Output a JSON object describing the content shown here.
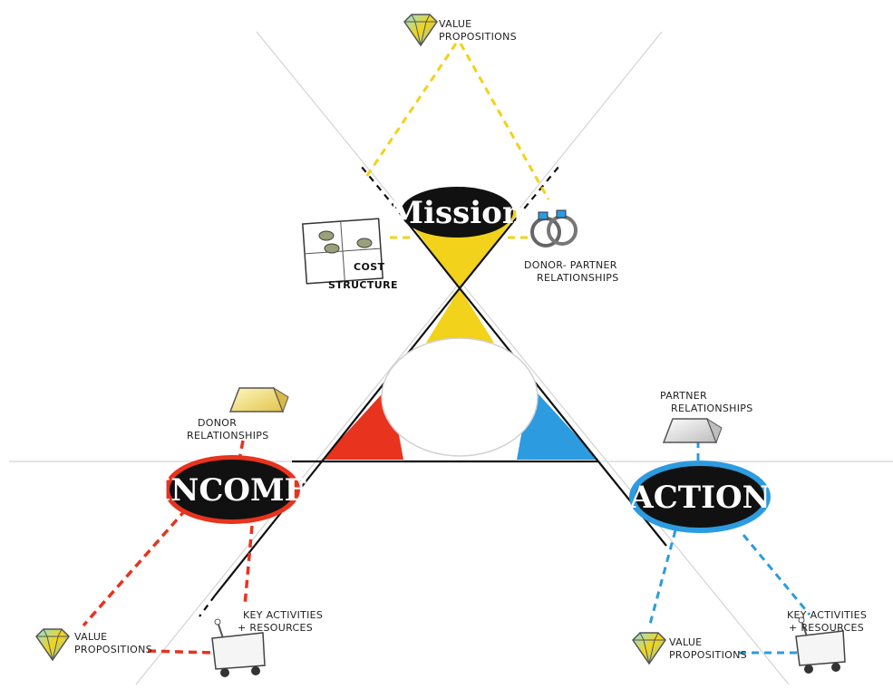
{
  "colors": {
    "yellow": "#f2d21a",
    "red": "#e8331e",
    "blue": "#2c9be0",
    "black": "#111111",
    "axis_gray": "#cfcfcf"
  },
  "hubs": {
    "mission": "Mission",
    "income": "INCOME",
    "action": "ACTION"
  },
  "labels": {
    "top_value_1": "VALUE",
    "top_value_2": "PROPOSITIONS",
    "donor_partner_1": "DONOR- PARTNER",
    "donor_partner_2": "RELATIONSHIPS",
    "cost_1": "COST",
    "cost_2": "STRUCTURE",
    "donor_1": "DONOR",
    "donor_2": "RELATIONSHIPS",
    "partner_1": "PARTNER",
    "partner_2": "RELATIONSHIPS",
    "left_value_1": "VALUE",
    "left_value_2": "PROPOSITIONS",
    "left_key_1": "KEY ACTIVITIES",
    "left_key_2": "+ RESOURCES",
    "right_value_1": "VALUE",
    "right_value_2": "PROPOSITIONS",
    "right_key_1": "KEY ACTIVITIES",
    "right_key_2": "+ RESOURCES"
  },
  "icons": {
    "gem": "gem-icon",
    "rings": "rings-icon",
    "cost_grid": "cost-structure-icon",
    "gold_bar": "gold-bar-icon",
    "silver_bar": "silver-bar-icon",
    "cart": "cart-icon"
  }
}
